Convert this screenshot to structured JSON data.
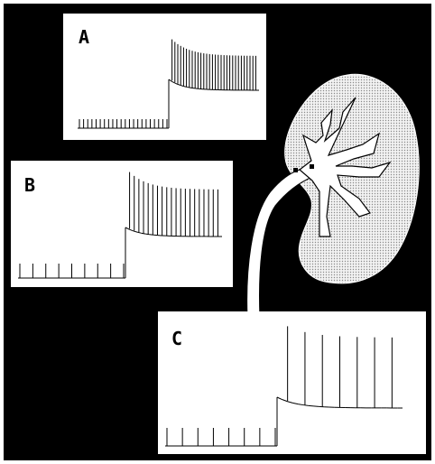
{
  "panels": [
    {
      "id": "A",
      "label": "A",
      "pre_ticks": 22,
      "post_ticks": 30
    },
    {
      "id": "B",
      "label": "B",
      "pre_ticks": 9,
      "post_ticks": 20
    },
    {
      "id": "C",
      "label": "C",
      "pre_ticks": 8,
      "post_ticks": 7
    }
  ],
  "colors": {
    "background": "#000000",
    "panel": "#ffffff",
    "ink": "#000000",
    "kidney": "#d9d9d9"
  }
}
